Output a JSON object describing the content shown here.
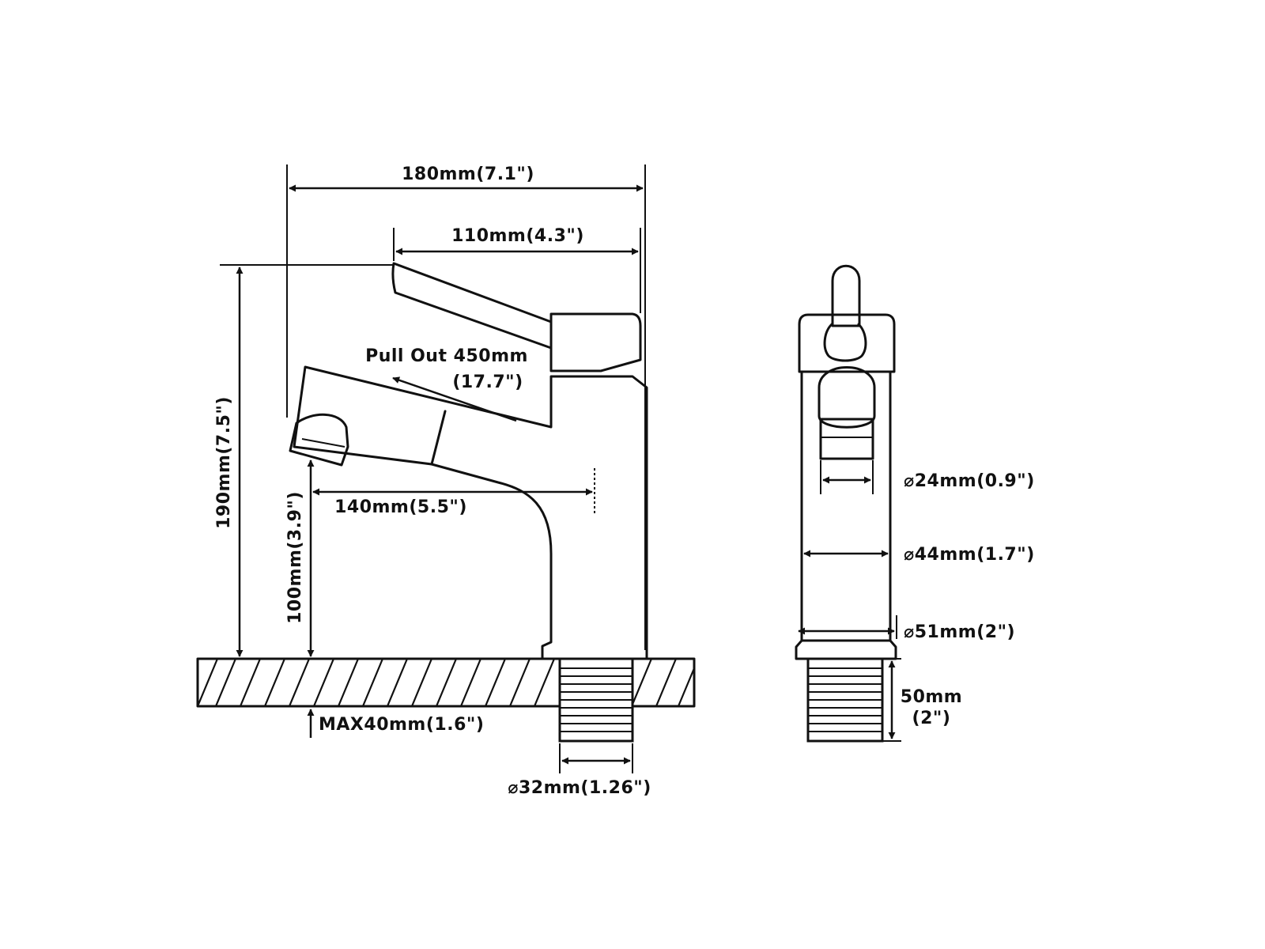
{
  "side_view": {
    "overall_width": "180mm(7.1\")",
    "spout_width": "110mm(4.3\")",
    "pull_out_line1": "Pull Out 450mm",
    "pull_out_line2": "(17.7\")",
    "reach": "140mm(5.5\")",
    "height": "190mm(7.5\")",
    "spout_height": "100mm(3.9\")",
    "max_deck": "MAX40mm(1.6\")",
    "thread_diameter": "⌀32mm(1.26\")"
  },
  "front_view": {
    "aerator_diameter": "⌀24mm(0.9\")",
    "body_diameter": "⌀44mm(1.7\")",
    "base_diameter": "⌀51mm(2\")",
    "shank_length_line1": "50mm",
    "shank_length_line2": "(2\")"
  },
  "colors": {
    "line": "#111111",
    "background": "#ffffff"
  }
}
